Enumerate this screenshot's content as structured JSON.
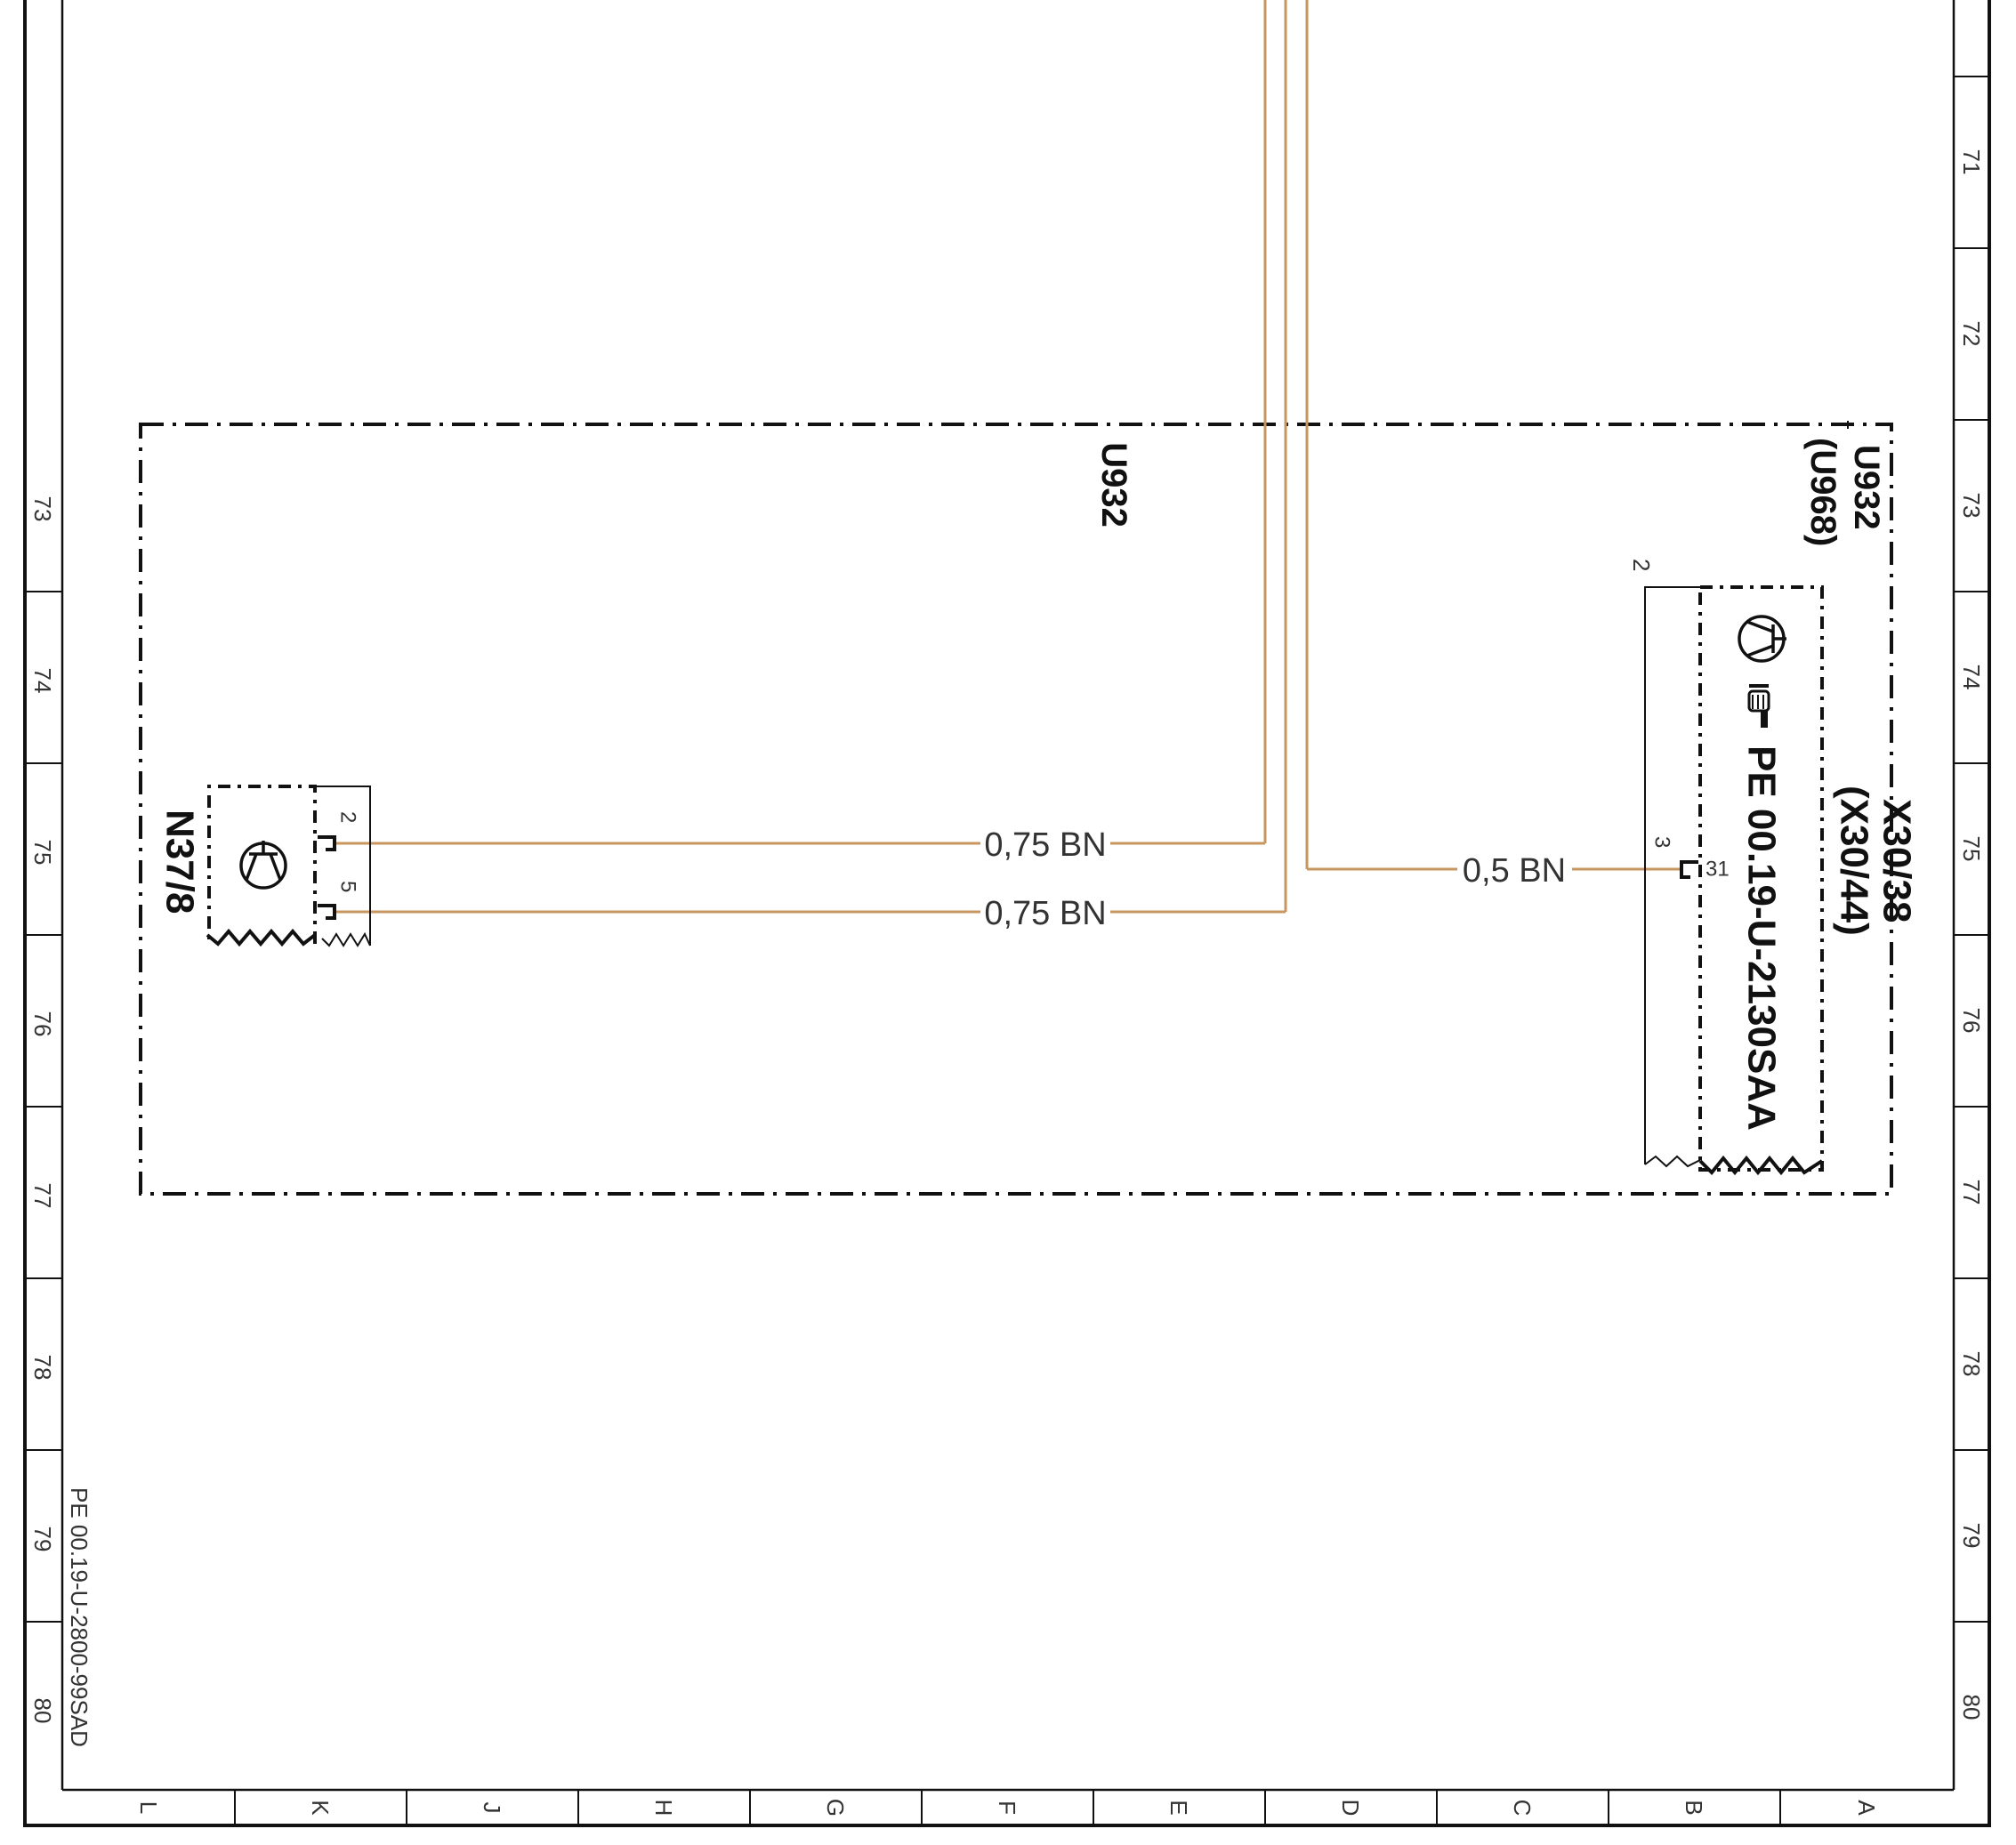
{
  "colors": {
    "wire": "#c8965f",
    "line": "#111111",
    "background": "#ffffff"
  },
  "row_numbers_left": [
    "73",
    "74",
    "75",
    "76",
    "77",
    "78",
    "79",
    "80"
  ],
  "row_numbers_right": [
    "71",
    "72",
    "73",
    "74",
    "75",
    "76",
    "77",
    "78",
    "79",
    "80"
  ],
  "column_letters": [
    "L",
    "K",
    "J",
    "H",
    "G",
    "F",
    "E",
    "D",
    "C",
    "B",
    "A"
  ],
  "document_id": "PE 00.19-U-2800-99SAD",
  "module_label": "U932",
  "module_header": {
    "line1": "U932",
    "line2": "(U968)"
  },
  "sensor_left": {
    "designation": "N37/8",
    "pin_top": "2",
    "pin_bottom": "5",
    "icon": "transistor-symbol-icon"
  },
  "sensor_right": {
    "designation": "X30/38",
    "alt_designation": "(X30/44)",
    "reference": "PE 00.19-U-2130SAA",
    "pin_top": "2",
    "pin_side": "3",
    "pin_number": "31",
    "icon": "transistor-symbol-icon",
    "ref_icon": "pointing-hand-icon"
  },
  "wires": [
    {
      "label": "0,75 BN"
    },
    {
      "label": "0,75 BN"
    },
    {
      "label": "0,5 BN"
    }
  ]
}
